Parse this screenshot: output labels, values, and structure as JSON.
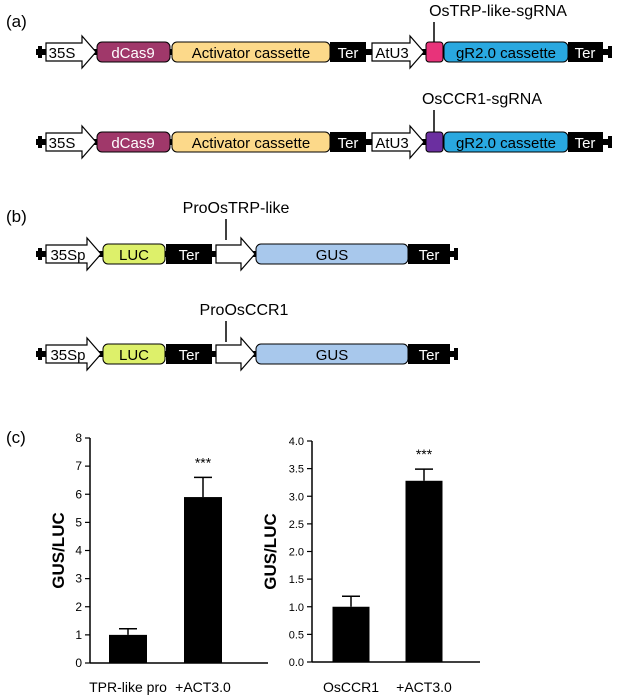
{
  "panel_labels": {
    "a": "(a)",
    "b": "(b)",
    "c": "(c)"
  },
  "panel_a": {
    "constructs": [
      {
        "sgRNA_label": "OsTRP-like-sgRNA",
        "sg_color": "#E8337A",
        "parts": {
          "promoter": "35S",
          "dcas9": "dCas9",
          "activator": "Activator cassette",
          "ter1": "Ter",
          "atu3": "AtU3",
          "gr20": "gR2.0 cassette",
          "ter2": "Ter"
        }
      },
      {
        "sgRNA_label": "OsCCR1-sgRNA",
        "sg_color": "#6B2FA0",
        "parts": {
          "promoter": "35S",
          "dcas9": "dCas9",
          "activator": "Activator cassette",
          "ter1": "Ter",
          "atu3": "AtU3",
          "gr20": "gR2.0 cassette",
          "ter2": "Ter"
        }
      }
    ]
  },
  "panel_b": {
    "constructs": [
      {
        "promoter_label": "ProOsTRP-like",
        "parts": {
          "p35": "35Sp",
          "luc": "LUC",
          "ter1": "Ter",
          "gus": "GUS",
          "ter2": "Ter"
        }
      },
      {
        "promoter_label": "ProOsCCR1",
        "parts": {
          "p35": "35Sp",
          "luc": "LUC",
          "ter1": "Ter",
          "gus": "GUS",
          "ter2": "Ter"
        }
      }
    ]
  },
  "colors": {
    "dcas9": "#A0386A",
    "activator": "#FCD98A",
    "gr20": "#29A8E0",
    "luc": "#DDF06A",
    "gus": "#A8C8EC",
    "ter": "#000000",
    "bar": "#000000"
  },
  "chart_data": [
    {
      "type": "bar",
      "ylabel": "GUS/LUC",
      "categories": [
        "TPR-like pro",
        "+ACT3.0"
      ],
      "values": [
        1.0,
        5.9
      ],
      "errors": [
        0.22,
        0.7
      ],
      "ylim": [
        0,
        8
      ],
      "yticks": [
        "0",
        "1",
        "2",
        "3",
        "4",
        "5",
        "6",
        "7",
        "8"
      ],
      "annotations": [
        "",
        "***"
      ]
    },
    {
      "type": "bar",
      "ylabel": "GUS/LUC",
      "categories": [
        "OsCCR1",
        "+ACT3.0"
      ],
      "values": [
        1.0,
        3.28
      ],
      "errors": [
        0.19,
        0.21
      ],
      "ylim": [
        0,
        4.0
      ],
      "yticks": [
        "0.0",
        "0.5",
        "1.0",
        "1.5",
        "2.0",
        "2.5",
        "3.0",
        "3.5",
        "4.0"
      ],
      "annotations": [
        "",
        "***"
      ]
    }
  ]
}
